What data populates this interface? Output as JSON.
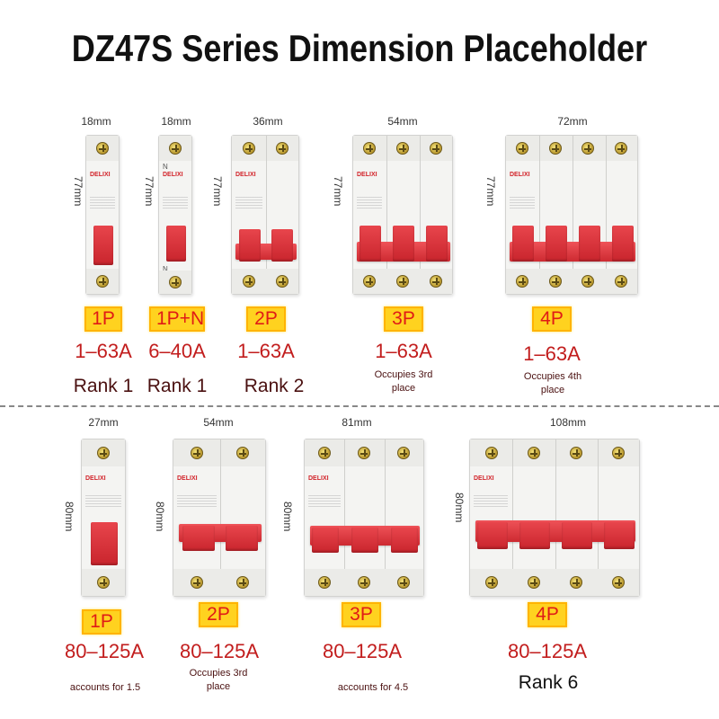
{
  "title": "DZ47S Series Dimension Placeholder",
  "brand": "DELIXI",
  "colors": {
    "badge_bg": "#ffd21f",
    "badge_text": "#e01b16",
    "current_text": "#c21d1d",
    "handle": "#d8323a"
  },
  "top_row": [
    {
      "width": "18mm",
      "height": "77mm",
      "neutral_label": "",
      "pole": "1P",
      "current": "1–63A",
      "rank": "Rank 1"
    },
    {
      "width": "18mm",
      "height": "77mm",
      "neutral_label": "N",
      "pole": "1P+N",
      "current": "6–40A",
      "rank": "Rank 1"
    },
    {
      "width": "36mm",
      "height": "77mm",
      "neutral_label": "",
      "pole": "2P",
      "current": "1–63A",
      "rank": "Rank 2"
    },
    {
      "width": "54mm",
      "height": "77mm",
      "neutral_label": "",
      "pole": "3P",
      "current": "1–63A",
      "rank": "Occupies 3rd place"
    },
    {
      "width": "72mm",
      "height": "77mm",
      "neutral_label": "",
      "pole": "4P",
      "current": "1–63A",
      "rank": "Occupies 4th place"
    }
  ],
  "bottom_row": [
    {
      "width": "27mm",
      "height": "80mm",
      "pole": "1P",
      "current": "80–125A",
      "rank": "accounts for 1.5"
    },
    {
      "width": "54mm",
      "height": "80mm",
      "pole": "2P",
      "current": "80–125A",
      "rank": "Occupies 3rd place"
    },
    {
      "width": "81mm",
      "height": "80mm",
      "pole": "3P",
      "current": "80–125A",
      "rank": "accounts for 4.5"
    },
    {
      "width": "108mm",
      "height": "80mm",
      "pole": "4P",
      "current": "80–125A",
      "rank": "Rank 6"
    }
  ]
}
